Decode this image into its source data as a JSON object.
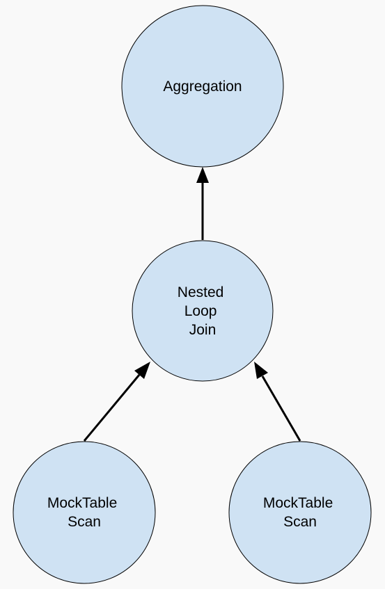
{
  "diagram": {
    "nodes": [
      {
        "id": "aggregation",
        "lines": [
          "Aggregation"
        ]
      },
      {
        "id": "nested-loop-join",
        "lines": [
          "Nested",
          "Loop",
          "Join"
        ]
      },
      {
        "id": "mocktable-scan-left",
        "lines": [
          "MockTable",
          "Scan"
        ]
      },
      {
        "id": "mocktable-scan-right",
        "lines": [
          "MockTable",
          "Scan"
        ]
      }
    ],
    "edges": [
      {
        "from": "nested-loop-join",
        "to": "aggregation"
      },
      {
        "from": "mocktable-scan-left",
        "to": "nested-loop-join"
      },
      {
        "from": "mocktable-scan-right",
        "to": "nested-loop-join"
      }
    ],
    "colors": {
      "background": "#f9f9f9",
      "node_fill": "#cfe2f3",
      "stroke": "#000000"
    }
  }
}
